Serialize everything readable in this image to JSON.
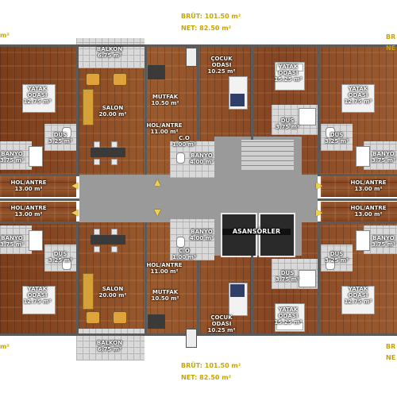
{
  "top_area": {
    "brut": "BRÜT: 101.50 m²",
    "net": "NET: 82.50 m²"
  },
  "bottom_area": {
    "brut": "BRÜT: 101.50 m²",
    "net": "NET: 82.50 m²"
  },
  "edge_fragments": {
    "left_top": "m²",
    "right_top_brut": "BR",
    "right_top_net": "NE",
    "left_bottom": "m²",
    "right_bottom_brut": "BR",
    "right_bottom_net": "NE"
  },
  "rooms": {
    "balkon_top": {
      "name": "BALKON",
      "area": "6.75 m²"
    },
    "salon_top": {
      "name": "SALON",
      "area": "20.00 m²"
    },
    "mutfak_top": {
      "name": "MUTFAK",
      "area": "10.50 m²"
    },
    "cocuk_top": {
      "name": "ÇOCUK ODASI",
      "area": "10.25 m²"
    },
    "yatak_top": {
      "name": "YATAK ODASI",
      "area": "15.25 m²"
    },
    "hol_top": {
      "name": "HOL/ANTRE",
      "area": "11.00 m²"
    },
    "dus_top": {
      "name": "DUŞ",
      "area": "3.75 m²"
    },
    "banyo_top": {
      "name": "BANYO",
      "area": "4.00 m²"
    },
    "co_top": {
      "name": "C.O",
      "area": "1.00 m²"
    },
    "left_yatak_top": {
      "name": "YATAK ODASI",
      "area": "12.75 m²"
    },
    "left_dus_top": {
      "name": "DUŞ",
      "area": "3.25 m²"
    },
    "left_banyo_top": {
      "name": "BANYO",
      "area": "3.75 m²"
    },
    "left_hol_top": {
      "name": "HOL/ANTRE",
      "area": "13.00 m²"
    },
    "right_yatak_top": {
      "name": "YATAK ODASI",
      "area": "12.75 m²"
    },
    "right_dus_top": {
      "name": "DUŞ",
      "area": "3.25 m²"
    },
    "right_banyo_top": {
      "name": "BANYO",
      "area": "3.75 m²"
    },
    "right_hol_top": {
      "name": "HOL/ANTRE",
      "area": "13.00 m²"
    },
    "balkon_bot": {
      "name": "BALKON",
      "area": "6.75 m²"
    },
    "salon_bot": {
      "name": "SALON",
      "area": "20.00 m²"
    },
    "mutfak_bot": {
      "name": "MUTFAK",
      "area": "10.50 m²"
    },
    "cocuk_bot": {
      "name": "ÇOCUK ODASI",
      "area": "10.25 m²"
    },
    "yatak_bot": {
      "name": "YATAK ODASI",
      "area": "15.25 m²"
    },
    "hol_bot": {
      "name": "HOL/ANTRE",
      "area": "11.00 m²"
    },
    "dus_bot": {
      "name": "DUŞ",
      "area": "3.75 m²"
    },
    "banyo_bot": {
      "name": "BANYO",
      "area": "4.00 m²"
    },
    "co_bot": {
      "name": "C.O",
      "area": "1.00 m²"
    },
    "left_yatak_bot": {
      "name": "YATAK ODASI",
      "area": "12.75 m²"
    },
    "left_dus_bot": {
      "name": "DUŞ",
      "area": "3.25 m²"
    },
    "left_banyo_bot": {
      "name": "BANYO",
      "area": "3.75 m²"
    },
    "left_hol_bot": {
      "name": "HOL/ANTRE",
      "area": "13.00 m²"
    },
    "right_yatak_bot": {
      "name": "YATAK ODASI",
      "area": "12.75 m²"
    },
    "right_dus_bot": {
      "name": "DUŞ",
      "area": "3.25 m²"
    },
    "right_banyo_bot": {
      "name": "BANYO",
      "area": "3.75 m²"
    },
    "right_hol_bot": {
      "name": "HOL/ANTRE",
      "area": "13.00 m²"
    }
  },
  "elevators": "ASANSÖRLER",
  "colors": {
    "area_text": "#c9a400",
    "arrow": "#f2d04a",
    "wood": "#8a4a24",
    "corridor": "#9a9a9a"
  }
}
